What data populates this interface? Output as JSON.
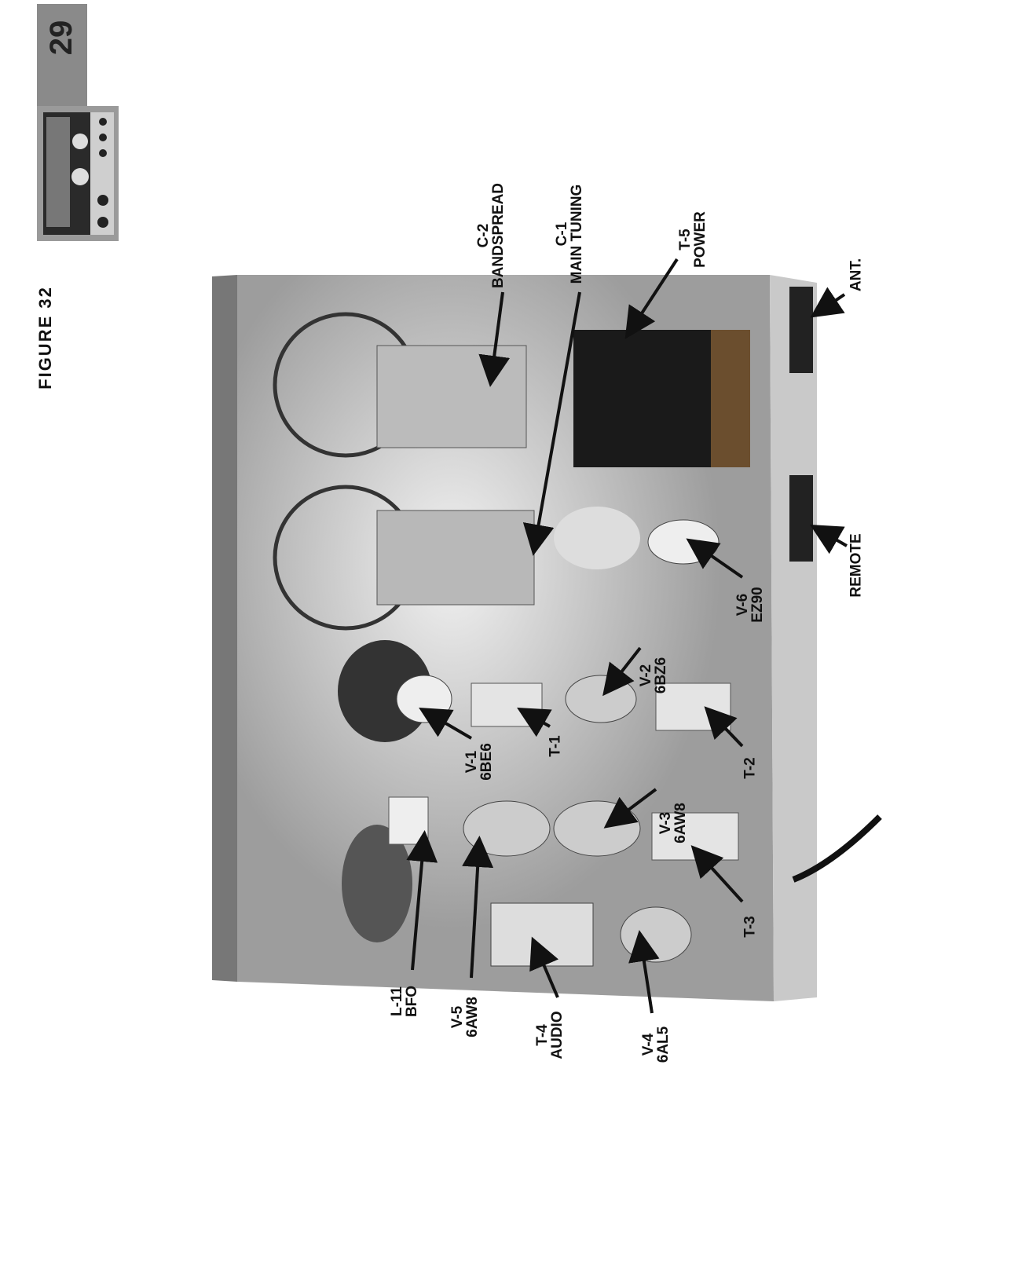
{
  "page": {
    "number": "29",
    "figure_title": "FIGURE 32"
  },
  "labels": [
    {
      "id": "c2",
      "line1": "C-2",
      "line2": "BANDSPREAD"
    },
    {
      "id": "c1",
      "line1": "C-1",
      "line2": "MAIN TUNING"
    },
    {
      "id": "t5",
      "line1": "T-5",
      "line2": "POWER"
    },
    {
      "id": "ant",
      "line1": "ANT.",
      "line2": ""
    },
    {
      "id": "remote",
      "line1": "REMOTE",
      "line2": ""
    },
    {
      "id": "v6",
      "line1": "V-6",
      "line2": "EZ90"
    },
    {
      "id": "v2",
      "line1": "V-2",
      "line2": "6BZ6"
    },
    {
      "id": "t2",
      "line1": "T-2",
      "line2": ""
    },
    {
      "id": "v3",
      "line1": "V-3",
      "line2": "6AW8"
    },
    {
      "id": "t1",
      "line1": "T-1",
      "line2": ""
    },
    {
      "id": "v1",
      "line1": "V-1",
      "line2": "6BE6"
    },
    {
      "id": "t3",
      "line1": "T-3",
      "line2": ""
    },
    {
      "id": "l11",
      "line1": "L-11",
      "line2": "BFO"
    },
    {
      "id": "v5",
      "line1": "V-5",
      "line2": "6AW8"
    },
    {
      "id": "t4",
      "line1": "T-4",
      "line2": "AUDIO"
    },
    {
      "id": "v4",
      "line1": "V-4",
      "line2": "6AL5"
    }
  ]
}
